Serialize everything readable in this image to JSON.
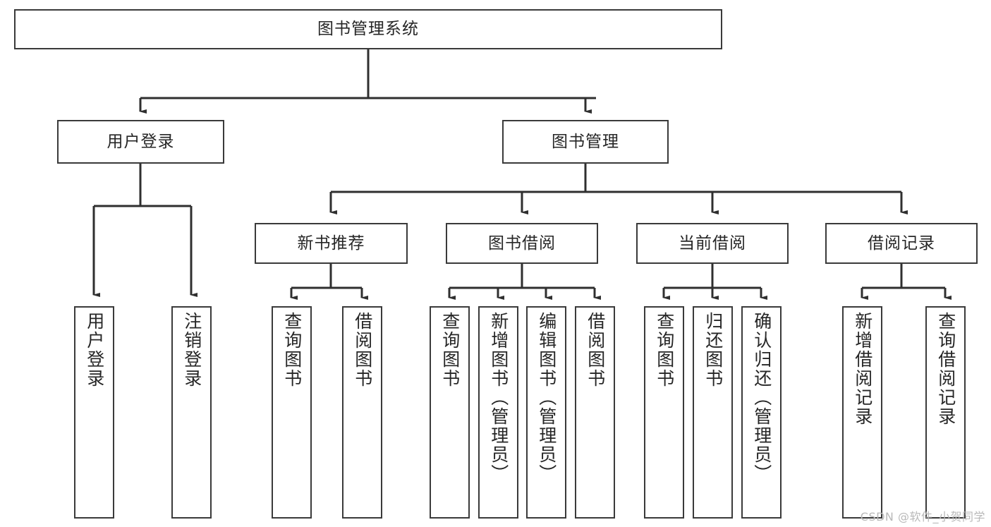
{
  "diagram": {
    "type": "tree-hierarchy",
    "title": "图书管理系统",
    "watermark": "CSDN @软件_小贺同学",
    "colors": {
      "box_border": "#3a3a3a",
      "box_fill": "#ffffff",
      "edge": "#2f2f2f",
      "text": "#262626",
      "background": "#ffffff",
      "watermark": "#b9b9b9"
    },
    "root": {
      "label": "图书管理系统"
    },
    "level1": [
      {
        "label": "用户登录"
      },
      {
        "label": "图书管理"
      }
    ],
    "level2": [
      {
        "label": "新书推荐"
      },
      {
        "label": "图书借阅"
      },
      {
        "label": "当前借阅"
      },
      {
        "label": "借阅记录"
      }
    ],
    "leaves": {
      "user_login": [
        {
          "label": "用户登录"
        },
        {
          "label": "注销登录"
        }
      ],
      "new_book_recommend": [
        {
          "label": "查询图书"
        },
        {
          "label": "借阅图书"
        }
      ],
      "book_borrow": [
        {
          "label": "查询图书"
        },
        {
          "label": "新增图书（管理员）"
        },
        {
          "label": "编辑图书（管理员）"
        },
        {
          "label": "借阅图书"
        }
      ],
      "current_borrow": [
        {
          "label": "查询图书"
        },
        {
          "label": "归还图书"
        },
        {
          "label": "确认归还（管理员）"
        }
      ],
      "borrow_record": [
        {
          "label": "新增借阅记录"
        },
        {
          "label": "查询借阅记录"
        }
      ]
    }
  }
}
